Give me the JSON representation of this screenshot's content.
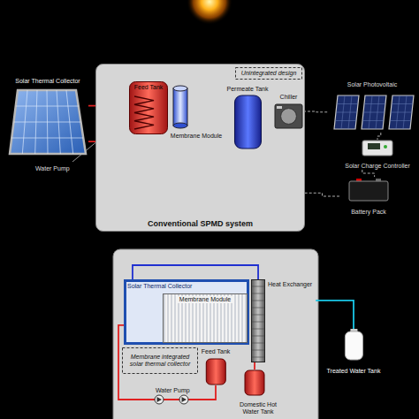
{
  "diagram": {
    "nodes": [
      {
        "text": [
          "Solar Thermal Collector"
        ]
      },
      {
        "text": [
          "Conventional SPMD system"
        ]
      },
      {
        "text": [
          "Feed Tank"
        ],
        "in": 1
      },
      {
        "text": [
          "Membrane Module"
        ],
        "in": 1
      },
      {
        "text": [
          "Permeate Tank"
        ],
        "in": 1
      },
      {
        "text": [
          "Unintegrated design"
        ],
        "in": 1
      },
      {
        "text": [
          "Chiller"
        ],
        "in": 1
      },
      {
        "text": [
          "Solar Photovoltaic"
        ]
      },
      {
        "text": [
          "Solar Charge Controller"
        ]
      },
      {
        "text": [
          "Battery Pack"
        ]
      },
      {
        "text": [
          "Solar Thermal Collector"
        ]
      },
      {
        "text": [
          "Membrane Module"
        ],
        "in": 10
      },
      {
        "text": [
          "Heat Exchanger"
        ]
      },
      {
        "text": [
          "Treated Water Tank"
        ]
      },
      {
        "text": [
          "Membrane integrated solar thermal collector"
        ]
      },
      {
        "text": [
          "Feed Tank"
        ]
      },
      {
        "text": [
          "Domestic Hot Water Tank"
        ]
      }
    ],
    "edges": [
      {
        "from": 0,
        "to": 2,
        "arrow": "none"
      },
      {
        "from": 2,
        "to": 0,
        "arrow": "none"
      },
      {
        "from": 2,
        "to": 3,
        "arrow": "none"
      },
      {
        "from": 3,
        "to": 2,
        "arrow": "none"
      },
      {
        "from": 3,
        "to": 4,
        "arrow": "none"
      },
      {
        "from": 4,
        "to": 3,
        "arrow": "none"
      },
      {
        "from": 4,
        "to": 6,
        "arrow": "none"
      },
      {
        "from": 6,
        "to": 7,
        "arrow": "none"
      },
      {
        "from": 7,
        "to": 8,
        "arrow": "none"
      },
      {
        "from": 8,
        "to": 9,
        "arrow": "none"
      },
      {
        "from": 9,
        "to": 1,
        "arrow": "none"
      },
      {
        "from": 10,
        "to": 12,
        "arrow": "none"
      },
      {
        "from": 15,
        "to": 10,
        "arrow": "none"
      },
      {
        "from": 16,
        "to": 12,
        "arrow": "none"
      },
      {
        "from": 12,
        "to": 13,
        "arrow": "none"
      }
    ],
    "labels": [
      "Water Pump",
      "Water Pump"
    ]
  }
}
